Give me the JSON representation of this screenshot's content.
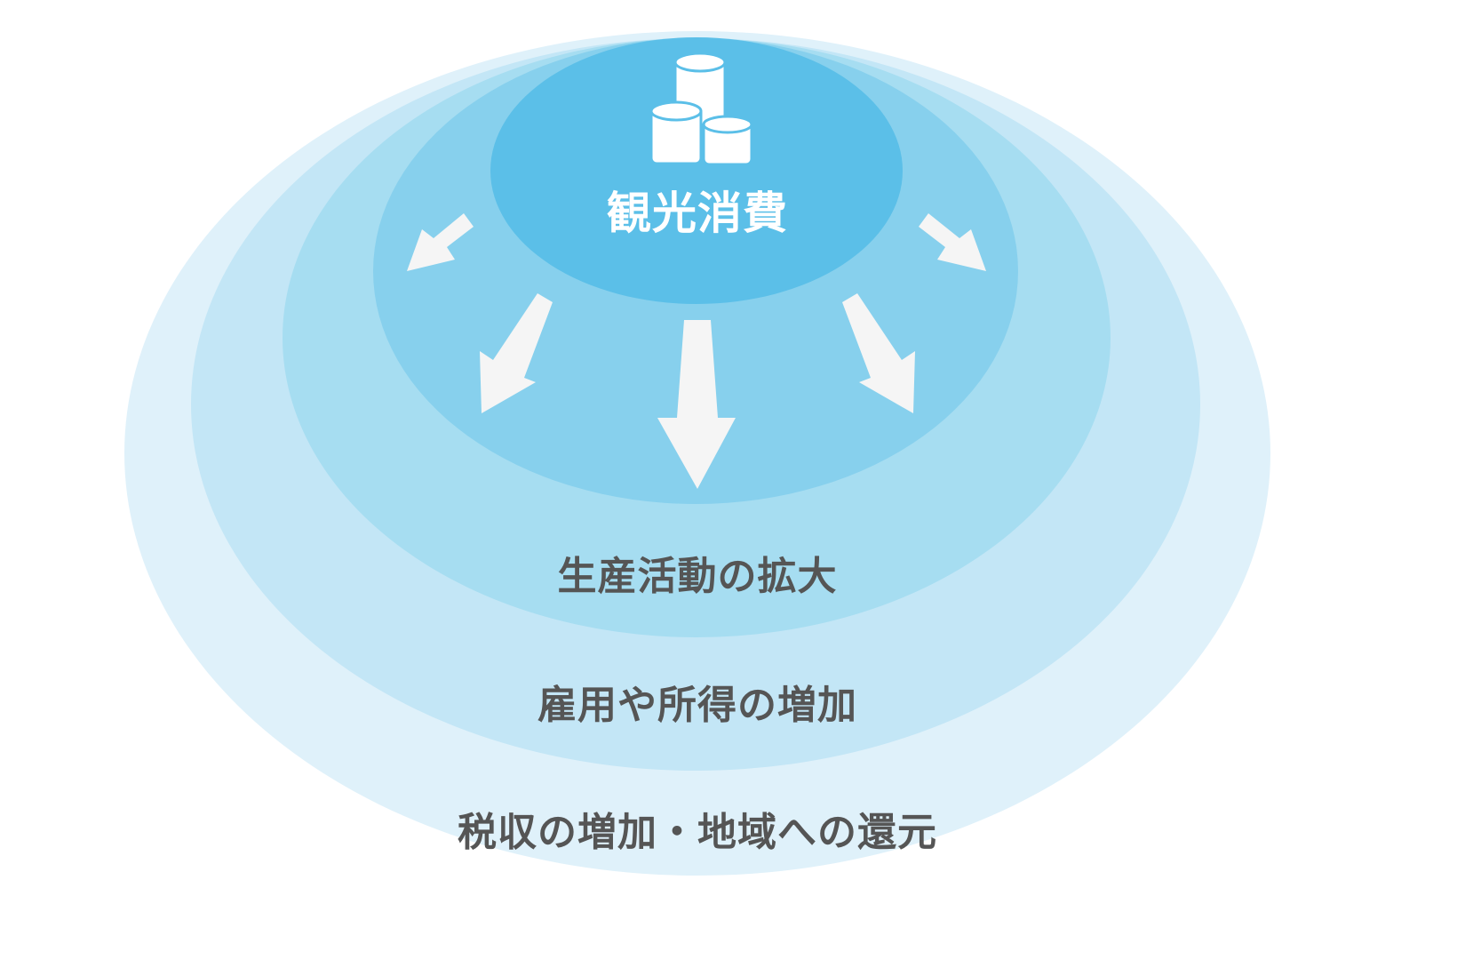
{
  "center": {
    "label": "観光消費",
    "icon": "coins-icon"
  },
  "rings": [
    {
      "label": "生産活動の拡大"
    },
    {
      "label": "雇用や所得の増加"
    },
    {
      "label": "税収の増加・地域への還元"
    }
  ],
  "colors": {
    "ring1": "#dff1fa",
    "ring2": "#c3e6f6",
    "ring3": "#a6ddf1",
    "ring4": "#87d0ed",
    "core": "#5bbfe8",
    "arrow": "#f5f5f5",
    "text": "#555555"
  }
}
